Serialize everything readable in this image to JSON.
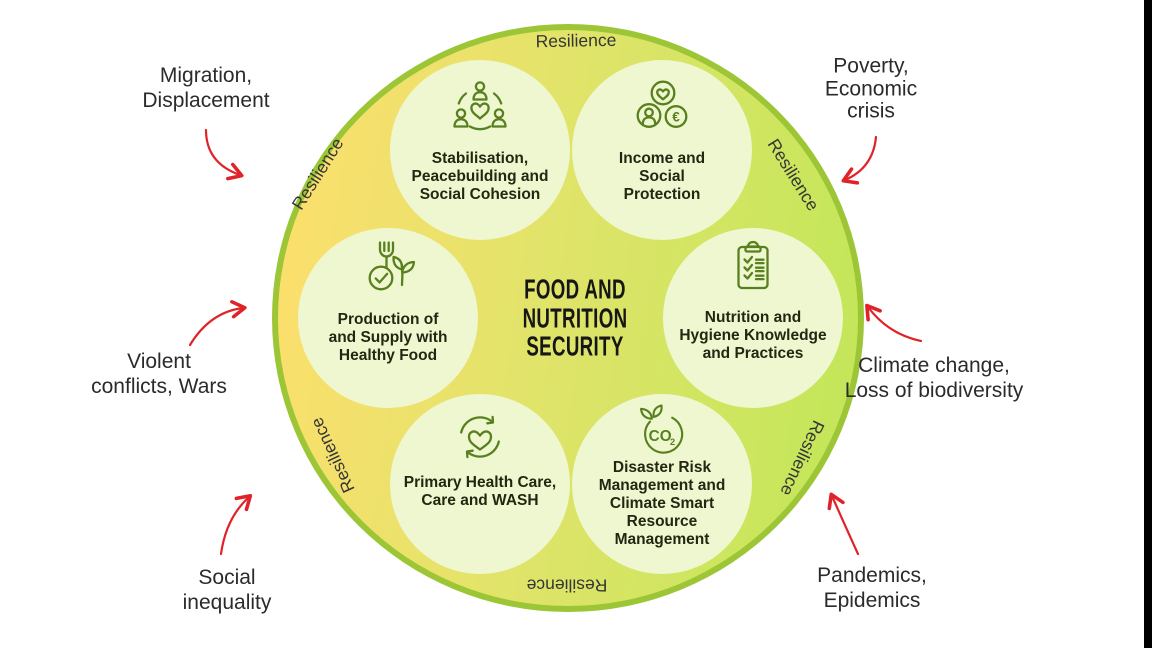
{
  "colors": {
    "wheel_rim": "#9cc636",
    "wheel_gradient_left": "#fbdf6d",
    "wheel_gradient_mid": "#dee469",
    "wheel_gradient_right": "#c5e65a",
    "segment_background": "#eff7d0",
    "icon_stroke": "#59801f",
    "arrow_red": "#e02329",
    "edge_bar": "#000000"
  },
  "wheel": {
    "title_lines": [
      "FOOD AND",
      "NUTRITION",
      "SECURITY"
    ],
    "resilience_labels": {
      "top": "Resilience",
      "top_left": "Resilience",
      "top_right": "Resilience",
      "bottom_left": "Resilience",
      "bottom_right": "Resilience",
      "bottom": "Resilience"
    },
    "segments": [
      {
        "icon": "community-icon",
        "lines": [
          "Stabilisation,",
          "Peacebuilding and",
          "Social Cohesion"
        ]
      },
      {
        "icon": "income-icon",
        "lines": [
          "Income and",
          "Social",
          "Protection"
        ]
      },
      {
        "icon": "healthy-food-icon",
        "lines": [
          "Production of",
          "and Supply with",
          "Healthy Food"
        ]
      },
      {
        "icon": "checklist-icon",
        "lines": [
          "Nutrition and",
          "Hygiene Knowledge",
          "and Practices"
        ]
      },
      {
        "icon": "health-cycle-icon",
        "lines": [
          "Primary Health Care,",
          "Care and WASH"
        ]
      },
      {
        "icon": "co2-icon",
        "lines": [
          "Disaster Risk",
          "Management and",
          "Climate Smart",
          "Resource",
          "Management"
        ]
      }
    ]
  },
  "external_factors": [
    {
      "lines": [
        "Migration,",
        "Displacement"
      ]
    },
    {
      "lines": [
        "Poverty,",
        "Economic",
        "crisis"
      ]
    },
    {
      "lines": [
        "Violent",
        "conflicts, Wars"
      ]
    },
    {
      "lines": [
        "Climate change,",
        "Loss of biodiversity"
      ]
    },
    {
      "lines": [
        "Social",
        "inequality"
      ]
    },
    {
      "lines": [
        "Pandemics,",
        "Epidemics"
      ]
    }
  ]
}
